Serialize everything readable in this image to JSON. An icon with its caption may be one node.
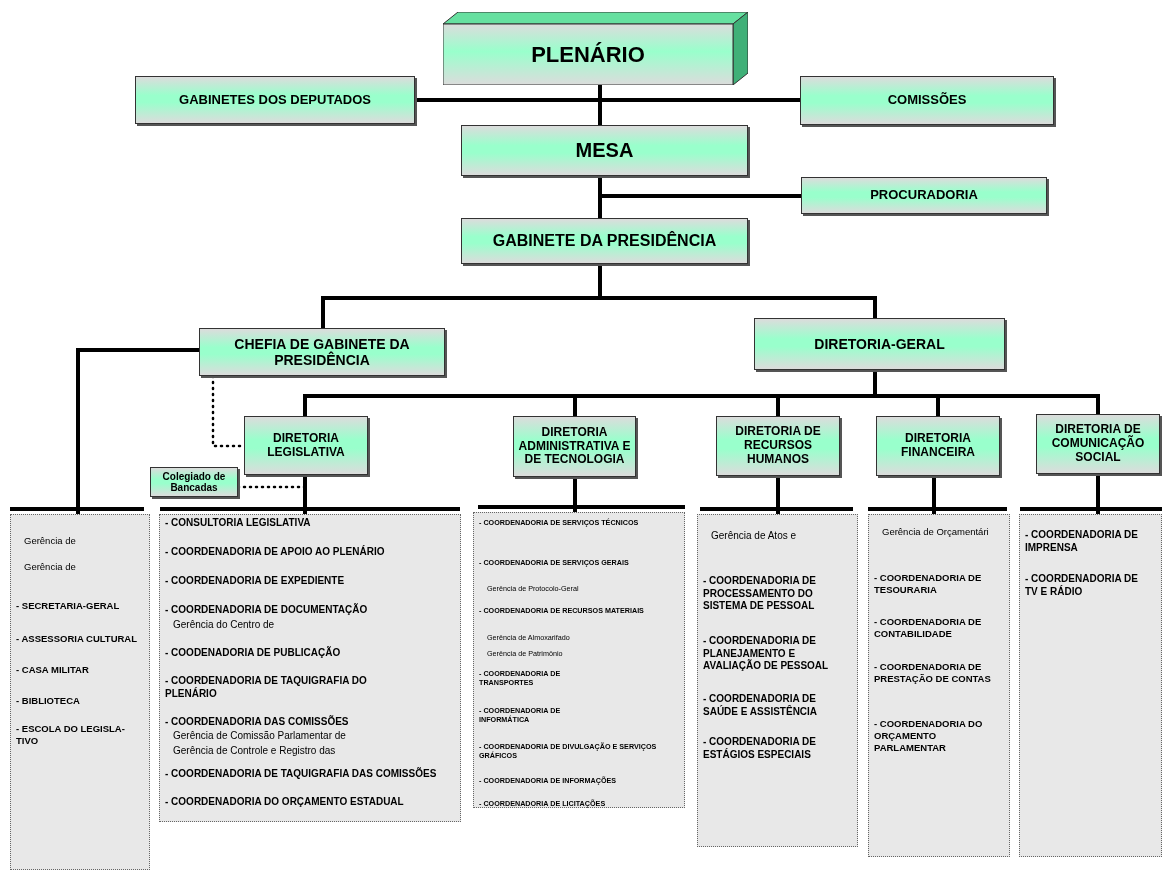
{
  "diagram": {
    "nodes": [
      {
        "text": [
          "PLENÁRIO"
        ]
      },
      {
        "text": [
          "GABINETES DOS DEPUTADOS"
        ]
      },
      {
        "text": [
          "COMISSÕES"
        ]
      },
      {
        "text": [
          "MESA"
        ]
      },
      {
        "text": [
          "PROCURADORIA"
        ]
      },
      {
        "text": [
          "GABINETE DA PRESIDÊNCIA"
        ]
      },
      {
        "text": [
          "CHEFIA DE GABINETE DA PRESIDÊNCIA"
        ]
      },
      {
        "text": [
          "DIRETORIA-GERAL"
        ]
      },
      {
        "text": [
          "DIRETORIA LEGISLATIVA"
        ]
      },
      {
        "text": [
          "DIRETORIA ADMINISTRATIVA E DE TECNOLOGIA"
        ]
      },
      {
        "text": [
          "DIRETORIA DE RECURSOS HUMANOS"
        ]
      },
      {
        "text": [
          "DIRETORIA FINANCEIRA"
        ]
      },
      {
        "text": [
          "DIRETORIA DE COMUNICAÇÃO SOCIAL"
        ]
      },
      {
        "text": [
          "Colegiado de Bancadas"
        ]
      },
      {
        "text": [
          "Gerência de",
          "Gerência de",
          "- SECRETARIA-GERAL",
          "- ASSESSORIA CULTURAL",
          "- CASA MILITAR",
          "- BIBLIOTECA",
          "- ESCOLA DO LEGISLA- TIVO"
        ]
      },
      {
        "text": [
          "- CONSULTORIA LEGISLATIVA",
          "- COORDENADORIA DE APOIO AO PLENÁRIO",
          "- COORDENADORIA DE EXPEDIENTE",
          "- COORDENADORIA DE DOCUMENTAÇÃO",
          "Gerência do Centro de",
          "- COODENADORIA DE PUBLICAÇÃO",
          "- COORDENADORIA DE TAQUIGRAFIA DO PLENÁRIO",
          "- COORDENADORIA DAS COMISSÕES",
          "Gerência de Comissão Parlamentar de",
          "Gerência de Controle e Registro das",
          "- COORDENADORIA DE TAQUIGRAFIA DAS COMISSÕES",
          "- COORDENADORIA DO ORÇAMENTO ESTADUAL"
        ]
      },
      {
        "text": [
          "- COORDENADORIA DE SERVIÇOS TÉCNICOS",
          "- COORDENADORIA DE SERVIÇOS GERAIS",
          "Gerência de Protocolo-Geral",
          "- COORDENADORIA DE RECURSOS MATERIAIS",
          "Gerência de Almoxarifado",
          "Gerência de Patrimônio",
          "- COORDENADORIA DE TRANSPORTES",
          "- COORDENADORIA DE INFORMÁTICA",
          "- COORDENADORIA DE DIVULGAÇÃO E SERVIÇOS GRÁFICOS",
          "- COORDENADORIA DE INFORMAÇÕES",
          "- COORDENADORIA DE LICITAÇÕES"
        ]
      },
      {
        "text": [
          "Gerência de Atos e",
          "- COORDENADORIA DE PROCESSAMENTO DO SISTEMA DE PESSOAL",
          "- COORDENADORIA DE PLANEJAMENTO E AVALIAÇÃO DE PESSOAL",
          "- COORDENADORIA DE SAÚDE E ASSISTÊNCIA",
          "- COORDENADORIA DE ESTÁGIOS ESPECIAIS"
        ]
      },
      {
        "text": [
          "Gerência de Orçamentári",
          "- COORDENADORIA DE TESOURARIA",
          "- COORDENADORIA DE CONTABILIDADE",
          "- COORDENADORIA DE PRESTAÇÃO DE CONTAS",
          "- COORDENADORIA DO ORÇAMENTO PARLAMENTAR"
        ]
      },
      {
        "text": [
          "- COORDENADORIA DE IMPRENSA",
          "- COORDENADORIA DE TV E RÁDIO"
        ]
      }
    ],
    "edges": [
      {
        "from": 0,
        "to": 1,
        "arrow": "none"
      },
      {
        "from": 0,
        "to": 2,
        "arrow": "none"
      },
      {
        "from": 0,
        "to": 3,
        "arrow": "none"
      },
      {
        "from": 3,
        "to": 4,
        "arrow": "none"
      },
      {
        "from": 3,
        "to": 5,
        "arrow": "none"
      },
      {
        "from": 5,
        "to": 6,
        "arrow": "none"
      },
      {
        "from": 5,
        "to": 7,
        "arrow": "none"
      },
      {
        "from": 6,
        "to": 14,
        "arrow": "none"
      },
      {
        "from": 6,
        "to": 8,
        "arrow": "none",
        "style": "dashed"
      },
      {
        "from": 7,
        "to": 8,
        "arrow": "none"
      },
      {
        "from": 7,
        "to": 9,
        "arrow": "none"
      },
      {
        "from": 7,
        "to": 10,
        "arrow": "none"
      },
      {
        "from": 7,
        "to": 11,
        "arrow": "none"
      },
      {
        "from": 7,
        "to": 12,
        "arrow": "none"
      },
      {
        "from": 13,
        "to": 8,
        "arrow": "none",
        "style": "dashed"
      },
      {
        "from": 8,
        "to": 15,
        "arrow": "none"
      },
      {
        "from": 9,
        "to": 16,
        "arrow": "none"
      },
      {
        "from": 10,
        "to": 17,
        "arrow": "none"
      },
      {
        "from": 11,
        "to": 18,
        "arrow": "none"
      },
      {
        "from": 12,
        "to": 19,
        "arrow": "none"
      }
    ]
  }
}
